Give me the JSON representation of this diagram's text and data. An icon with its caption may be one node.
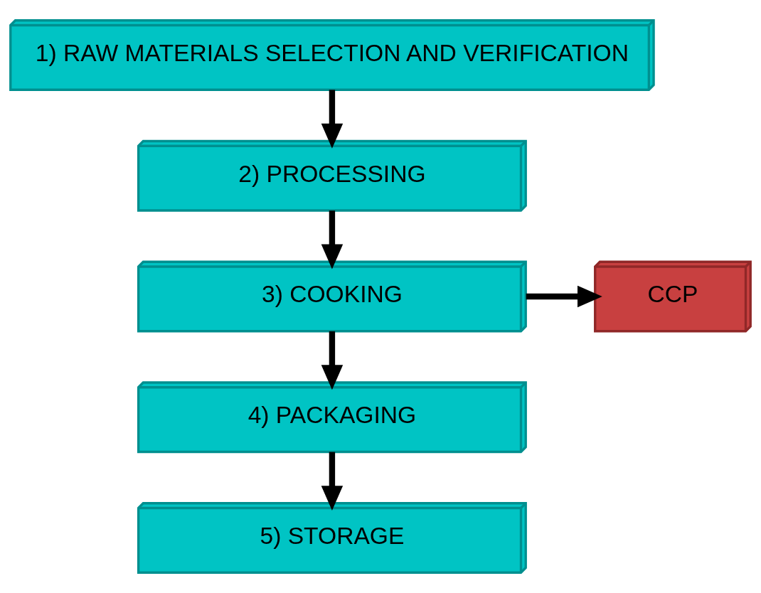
{
  "diagram": {
    "nodes": [
      {
        "text": [
          "1) RAW MATERIALS SELECTION AND VERIFICATION"
        ]
      },
      {
        "text": [
          "2) PROCESSING"
        ]
      },
      {
        "text": [
          "3) COOKING"
        ]
      },
      {
        "text": [
          "4) PACKAGING"
        ]
      },
      {
        "text": [
          "5) STORAGE"
        ]
      },
      {
        "text": [
          "CCP"
        ]
      }
    ],
    "edges": [
      {
        "from": 0,
        "to": 1,
        "arrow": "to"
      },
      {
        "from": 1,
        "to": 2,
        "arrow": "to"
      },
      {
        "from": 2,
        "to": 3,
        "arrow": "to"
      },
      {
        "from": 3,
        "to": 4,
        "arrow": "to"
      },
      {
        "from": 2,
        "to": 5,
        "arrow": "to"
      }
    ]
  }
}
